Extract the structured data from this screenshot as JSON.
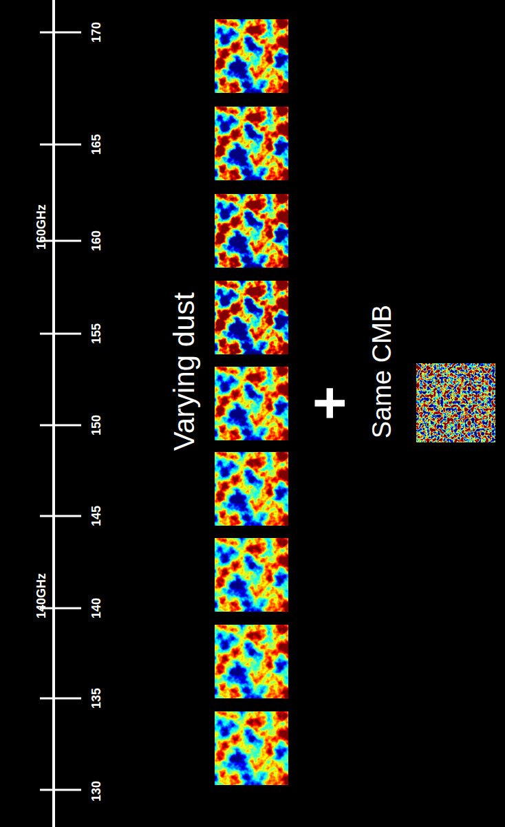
{
  "diagram": {
    "labels": [
      "170",
      "165",
      "160",
      "155",
      "150",
      "145",
      "140",
      "135",
      "130",
      "160GHz",
      "140GHz",
      "Varying dust",
      "+",
      "Same CMB"
    ]
  }
}
